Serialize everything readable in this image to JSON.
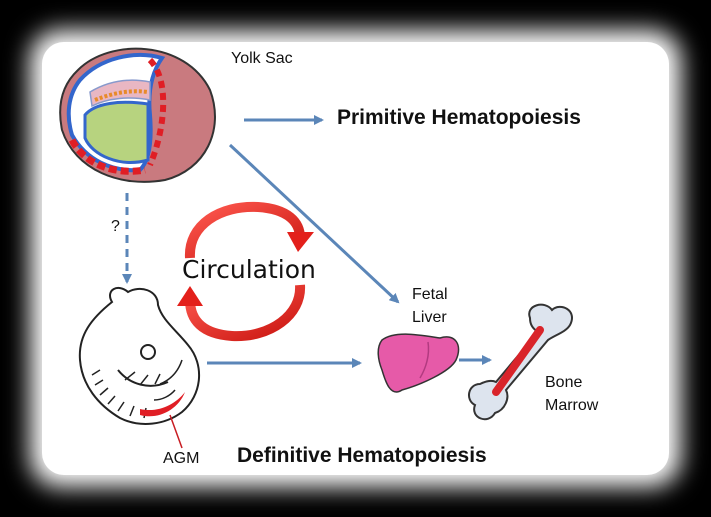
{
  "labels": {
    "yolk_sac": "Yolk Sac",
    "primitive": "Primitive Hematopoiesis",
    "question": "?",
    "circulation": "Circulation",
    "fetal": "Fetal",
    "liver": "Liver",
    "bone": "Bone",
    "marrow": "Marrow",
    "agm": "AGM",
    "definitive": "Definitive Hematopoiesis"
  },
  "colors": {
    "arrow_blue": "#5b86b8",
    "circulation_red": "#e3201b",
    "liver_pink": "#e65aa8",
    "marrow_red": "#d9242a",
    "yolk_sac_fill": "#c97a7f"
  }
}
